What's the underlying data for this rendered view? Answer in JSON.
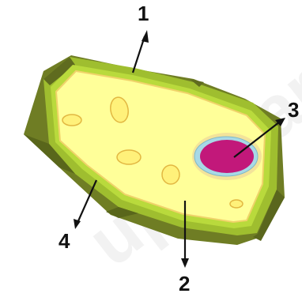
{
  "diagram": {
    "watermark": "uprobar.",
    "labels": [
      {
        "id": "1",
        "text": "1"
      },
      {
        "id": "2",
        "text": "2"
      },
      {
        "id": "3",
        "text": "3"
      },
      {
        "id": "4",
        "text": "4"
      }
    ]
  },
  "colors": {
    "cell_wall_outer": "#7a8a2a",
    "cell_wall_dark": "#5f6b1f",
    "cell_wall_light": "#9fbe2f",
    "membrane_green": "#8fc31f",
    "cytoplasm": "#ffff99",
    "cytoplasm_edge": "#f2d36b",
    "organelle": "#fff47a",
    "nucleus": "#c2187a",
    "nuclear_envelope": "#a7d9e6",
    "arrow": "#111111"
  }
}
